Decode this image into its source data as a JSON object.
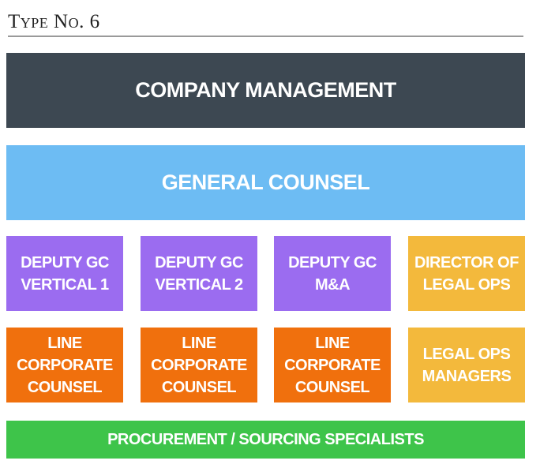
{
  "title": "Type No. 6",
  "colors": {
    "management": "#3d4852",
    "general_counsel": "#6dbcf3",
    "deputy": "#9b6cf0",
    "legal_ops": "#f3b93c",
    "line_counsel": "#f0700d",
    "procurement": "#3ec44a"
  },
  "boxes": {
    "management": "COMPANY MANAGEMENT",
    "general_counsel": "GENERAL COUNSEL",
    "deputy_1": "DEPUTY GC\nVERTICAL 1",
    "deputy_2": "DEPUTY GC\nVERTICAL 2",
    "deputy_ma": "DEPUTY GC\nM&A",
    "director_legal_ops": "DIRECTOR OF\nLEGAL OPS",
    "line_1": "LINE\nCORPORATE\nCOUNSEL",
    "line_2": "LINE\nCORPORATE\nCOUNSEL",
    "line_3": "LINE\nCORPORATE\nCOUNSEL",
    "legal_ops_managers": "LEGAL OPS\nMANAGERS",
    "procurement": "PROCUREMENT / SOURCING SPECIALISTS"
  }
}
